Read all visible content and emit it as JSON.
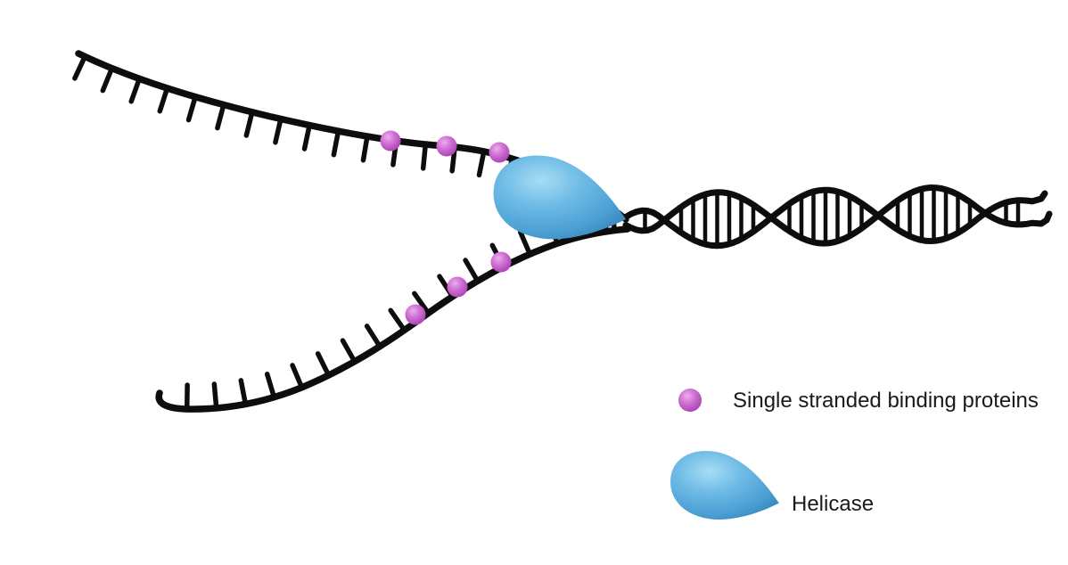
{
  "figure": {
    "name": "DNA replication fork with helicase and single stranded binding proteins",
    "background": "#ffffff"
  },
  "colors": {
    "strand": "#0d0d0d",
    "ssb_protein": "#c565ca",
    "ssb_protein_highlight": "#eaaeec",
    "ssb_protein_shadow": "#a83eae",
    "helicase": "#55a9d9",
    "helicase_highlight": "#a6ddf5",
    "helicase_shadow": "#3886bb",
    "text": "#1a1a1a"
  },
  "diagram": {
    "ssb_proteins_top_strand": 3,
    "ssb_proteins_bottom_strand": 3
  },
  "legend": {
    "items": [
      {
        "icon": "ssb-protein-icon",
        "label": "Single stranded binding proteins"
      },
      {
        "icon": "helicase-icon",
        "label": "Helicase"
      }
    ]
  }
}
